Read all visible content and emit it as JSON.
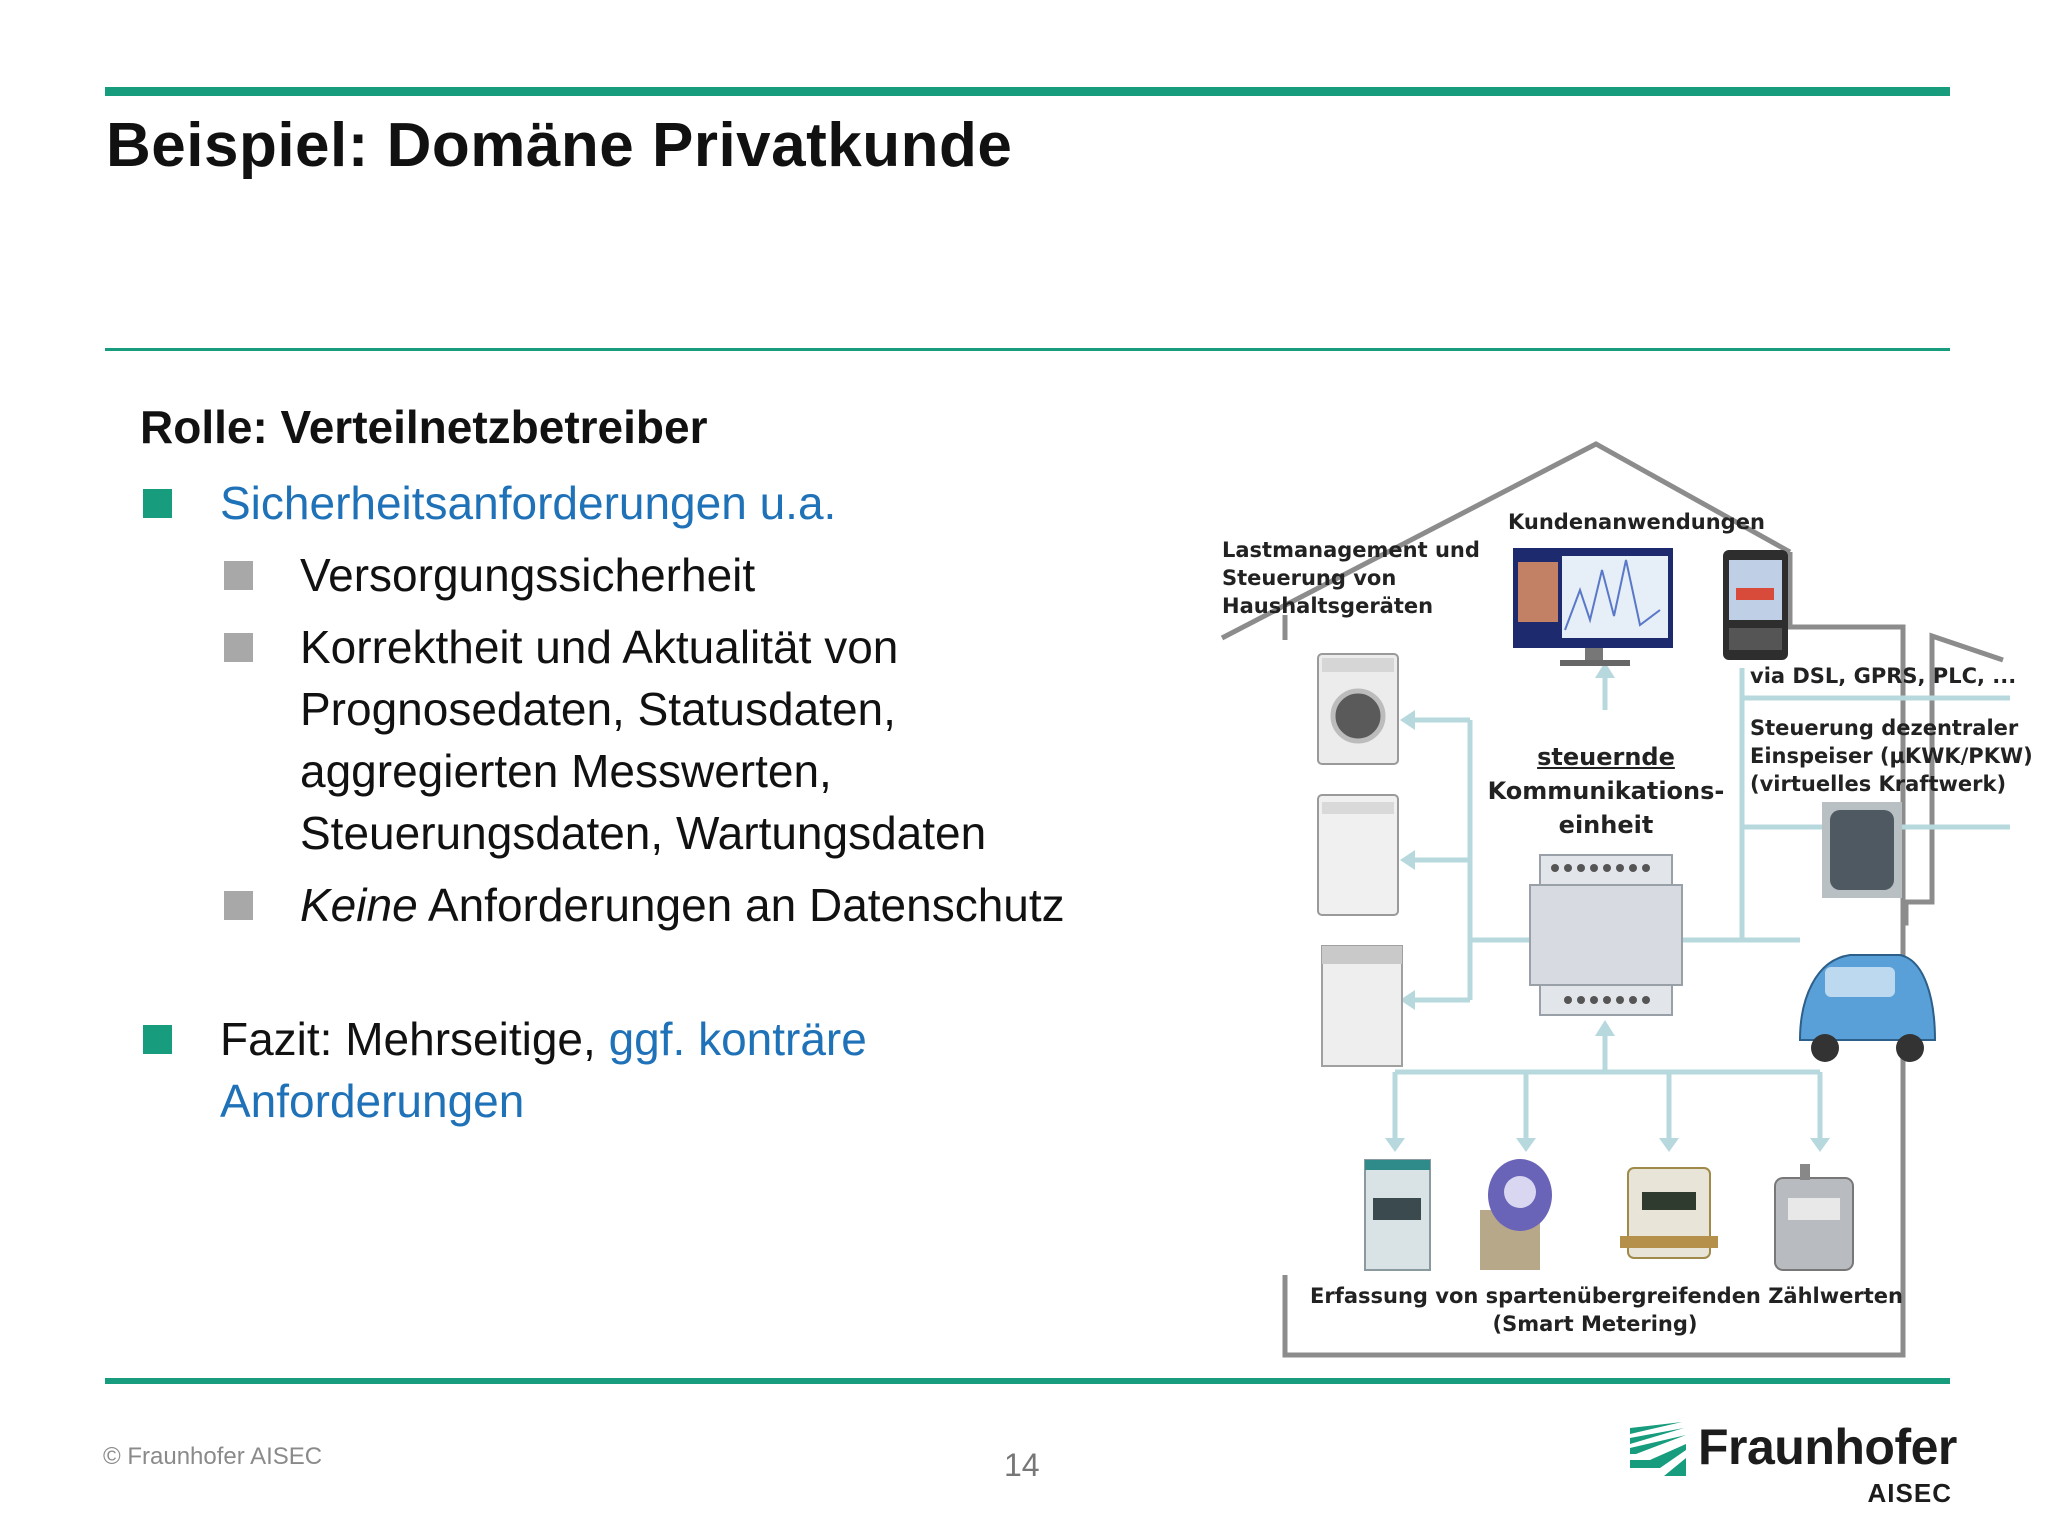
{
  "slide": {
    "title": "Beispiel: Domäne Privatkunde",
    "page_number": "14",
    "copyright": "© Fraunhofer AISEC"
  },
  "content": {
    "role_heading": "Rolle: Verteilnetzbetreiber",
    "bullets": [
      {
        "text": "Sicherheitsanforderungen u.a."
      },
      {
        "text": "Versorgungssicherheit"
      },
      {
        "lines": [
          "Korrektheit und Aktualität von",
          "Prognosedaten, Statusdaten,",
          "aggregierten Messwerten,",
          "Steuerungsdaten, Wartungsdaten"
        ]
      },
      {
        "italic": "Keine",
        "rest": " Anforderungen an Datenschutz"
      },
      {
        "lead": "Fazit: Mehrseitige, ",
        "highlight_1": "ggf. konträre",
        "highlight_2": "Anforderungen"
      }
    ]
  },
  "figure": {
    "label_left": [
      "Lastmanagement und",
      "Steuerung von",
      "Haushaltsgeräten"
    ],
    "label_top": "Kundenanwendungen",
    "label_via": "via DSL, GPRS, PLC, ...",
    "label_center": [
      "steuernde",
      "Kommunikations-",
      "einheit"
    ],
    "label_right": [
      "Steuerung dezentraler",
      "Einspeiser (µKWK/PKW)",
      "(virtuelles Kraftwerk)"
    ],
    "label_bottom": [
      "Erfassung von spartenübergreifenden Zählwerten",
      "(Smart Metering)"
    ],
    "colors": {
      "house": "#8c8c8c",
      "arrows": "#b7d9de"
    }
  },
  "logo": {
    "name": "Fraunhofer",
    "sub": "AISEC",
    "color": "#179c7d"
  },
  "theme": {
    "accent": "#179c7d",
    "link_blue": "#1f72b8",
    "sub_bullet": "#a8a8a8"
  }
}
